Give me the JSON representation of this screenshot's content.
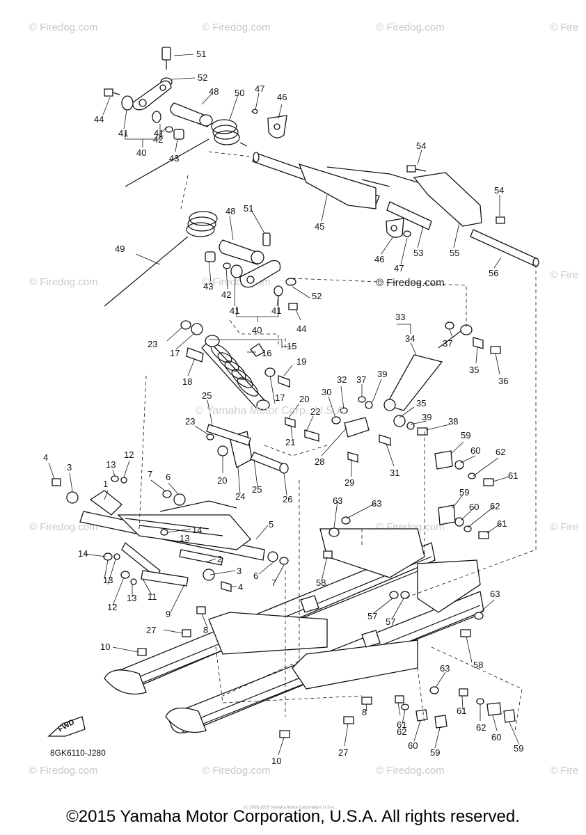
{
  "watermarks": {
    "brand": "© Firedog.com",
    "brand_edge": "© Fire",
    "center": "© Yamaha Motor Corp., U.S.A.",
    "firedog_bold": "© Firedog.com"
  },
  "diagram_code": "8GK6110-J280",
  "fwd_label": "FWD",
  "tiny_note": "(c) 2005-2015 Yamaha Motor Corporation, U.S.A.",
  "copyright": "©2015 Yamaha Motor Corporation, U.S.A. All rights reserved.",
  "callouts": {
    "c51a": "51",
    "c52a": "52",
    "c44a": "44",
    "c48a": "48",
    "c50": "50",
    "c47a": "47",
    "c46a": "46",
    "c41a": "41",
    "c41b": "41",
    "c40a": "40",
    "c42a": "42",
    "c43a": "43",
    "c54a": "54",
    "c54b": "54",
    "c45": "45",
    "c46b": "46",
    "c47b": "47",
    "c53": "53",
    "c55": "55",
    "c56": "56",
    "c48b": "48",
    "c51b": "51",
    "c49": "49",
    "c43b": "43",
    "c42b": "42",
    "c52b": "52",
    "c41c": "41",
    "c41d": "41",
    "c40b": "40",
    "c44b": "44",
    "c33": "33",
    "c34": "34",
    "c37a": "37",
    "c35a": "35",
    "c36": "36",
    "c23a": "23",
    "c17a": "17",
    "c15": "15",
    "c16": "16",
    "c18": "18",
    "c19": "19",
    "c32": "32",
    "c37b": "37",
    "c39a": "39",
    "c30": "30",
    "c17b": "17",
    "c20a": "20",
    "c35b": "35",
    "c39b": "39",
    "c38": "38",
    "c25a": "25",
    "c22": "22",
    "c21": "21",
    "c23b": "23",
    "c20b": "20",
    "c28": "28",
    "c31": "31",
    "c29": "29",
    "c59a": "59",
    "c60a": "60",
    "c62a": "62",
    "c61a": "61",
    "c4a": "4",
    "c3a": "3",
    "c13a": "13",
    "c12a": "12",
    "c7a": "7",
    "c6a": "6",
    "c1": "1",
    "c24": "24",
    "c25b": "25",
    "c26": "26",
    "c59b": "59",
    "c60b": "60",
    "c62b": "62",
    "c61b": "61",
    "c63a": "63",
    "c63b": "63",
    "c14a": "14",
    "c13b": "13",
    "c5": "5",
    "c14b": "14",
    "c2": "2",
    "c3b": "3",
    "c6b": "6",
    "c7b": "7",
    "c4b": "4",
    "c13c": "13",
    "c13d": "13",
    "c11": "11",
    "c12b": "12",
    "c9": "9",
    "c58a": "58",
    "c57a": "57",
    "c57b": "57",
    "c63c": "63",
    "c8a": "8",
    "c27a": "27",
    "c58b": "58",
    "c10a": "10",
    "c63d": "63",
    "c61c": "61",
    "c61d": "61",
    "c8b": "8",
    "c62c": "62",
    "c62d": "62",
    "c60c": "60",
    "c59c": "59",
    "c60d": "60",
    "c59d": "59",
    "c27b": "27",
    "c10b": "10"
  }
}
